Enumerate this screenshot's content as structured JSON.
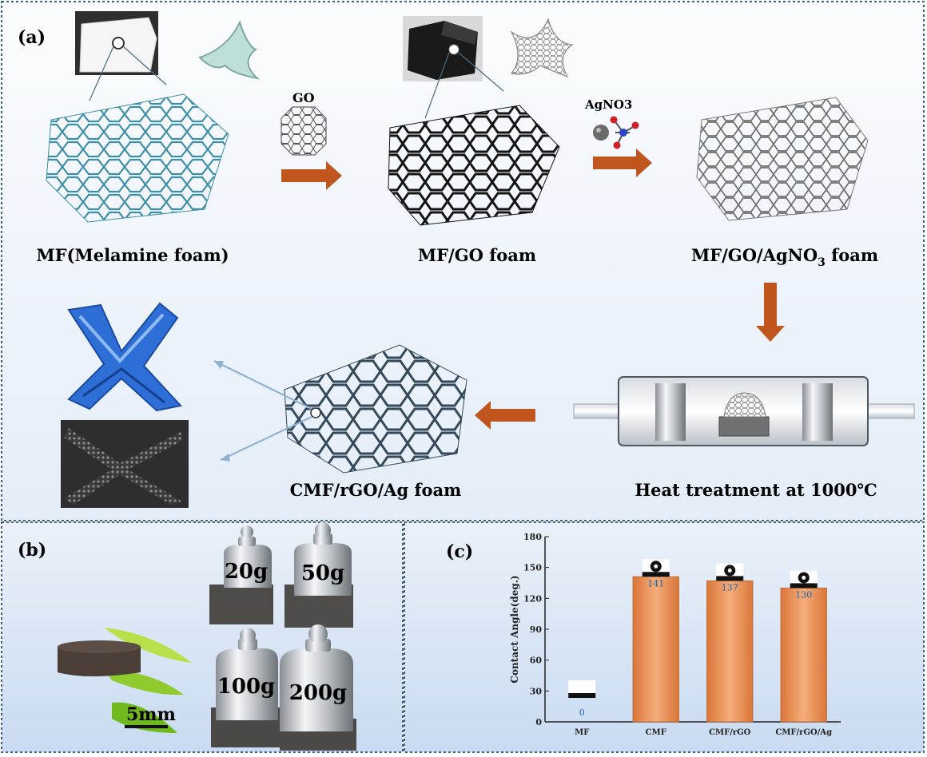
{
  "panels": {
    "a": {
      "label": "(a)"
    },
    "b": {
      "label": "(b)"
    },
    "c": {
      "label": "(c)"
    }
  },
  "flow": {
    "mf": "MF(Melamine foam)",
    "mf_go": "MF/GO foam",
    "mf_go_agno3_main": "MF/GO/AgNO",
    "mf_go_agno3_sub": "3",
    "mf_go_agno3_tail": " foam",
    "go": "GO",
    "agno3": "AgNO3",
    "heat": "Heat treatment at 1000℃",
    "product": "CMF/rGO/Ag foam"
  },
  "weights": {
    "w20": "20g",
    "w50": "50g",
    "w100": "100g",
    "w200": "200g",
    "scale": "5mm"
  },
  "colors": {
    "panel_bg_top": "#fbfcfe",
    "panel_bg_bottom": "#cfdff3",
    "arrow": "#c0561d",
    "bar": "#ea8f52",
    "foam_blue": "#3d8fa8",
    "value_blue": "#1a64b0"
  },
  "chart_data": {
    "type": "bar",
    "categories": [
      "MF",
      "CMF",
      "CMF/rGO",
      "CMF/rGO/Ag"
    ],
    "values": [
      0,
      141,
      137,
      130
    ],
    "value_labels": [
      "0",
      "141",
      "137",
      "130"
    ],
    "ylabel": "Contact Angle(deg.)",
    "ylim": [
      0,
      180
    ],
    "yticks": [
      0,
      30,
      60,
      90,
      120,
      150,
      180
    ],
    "grid": false
  }
}
